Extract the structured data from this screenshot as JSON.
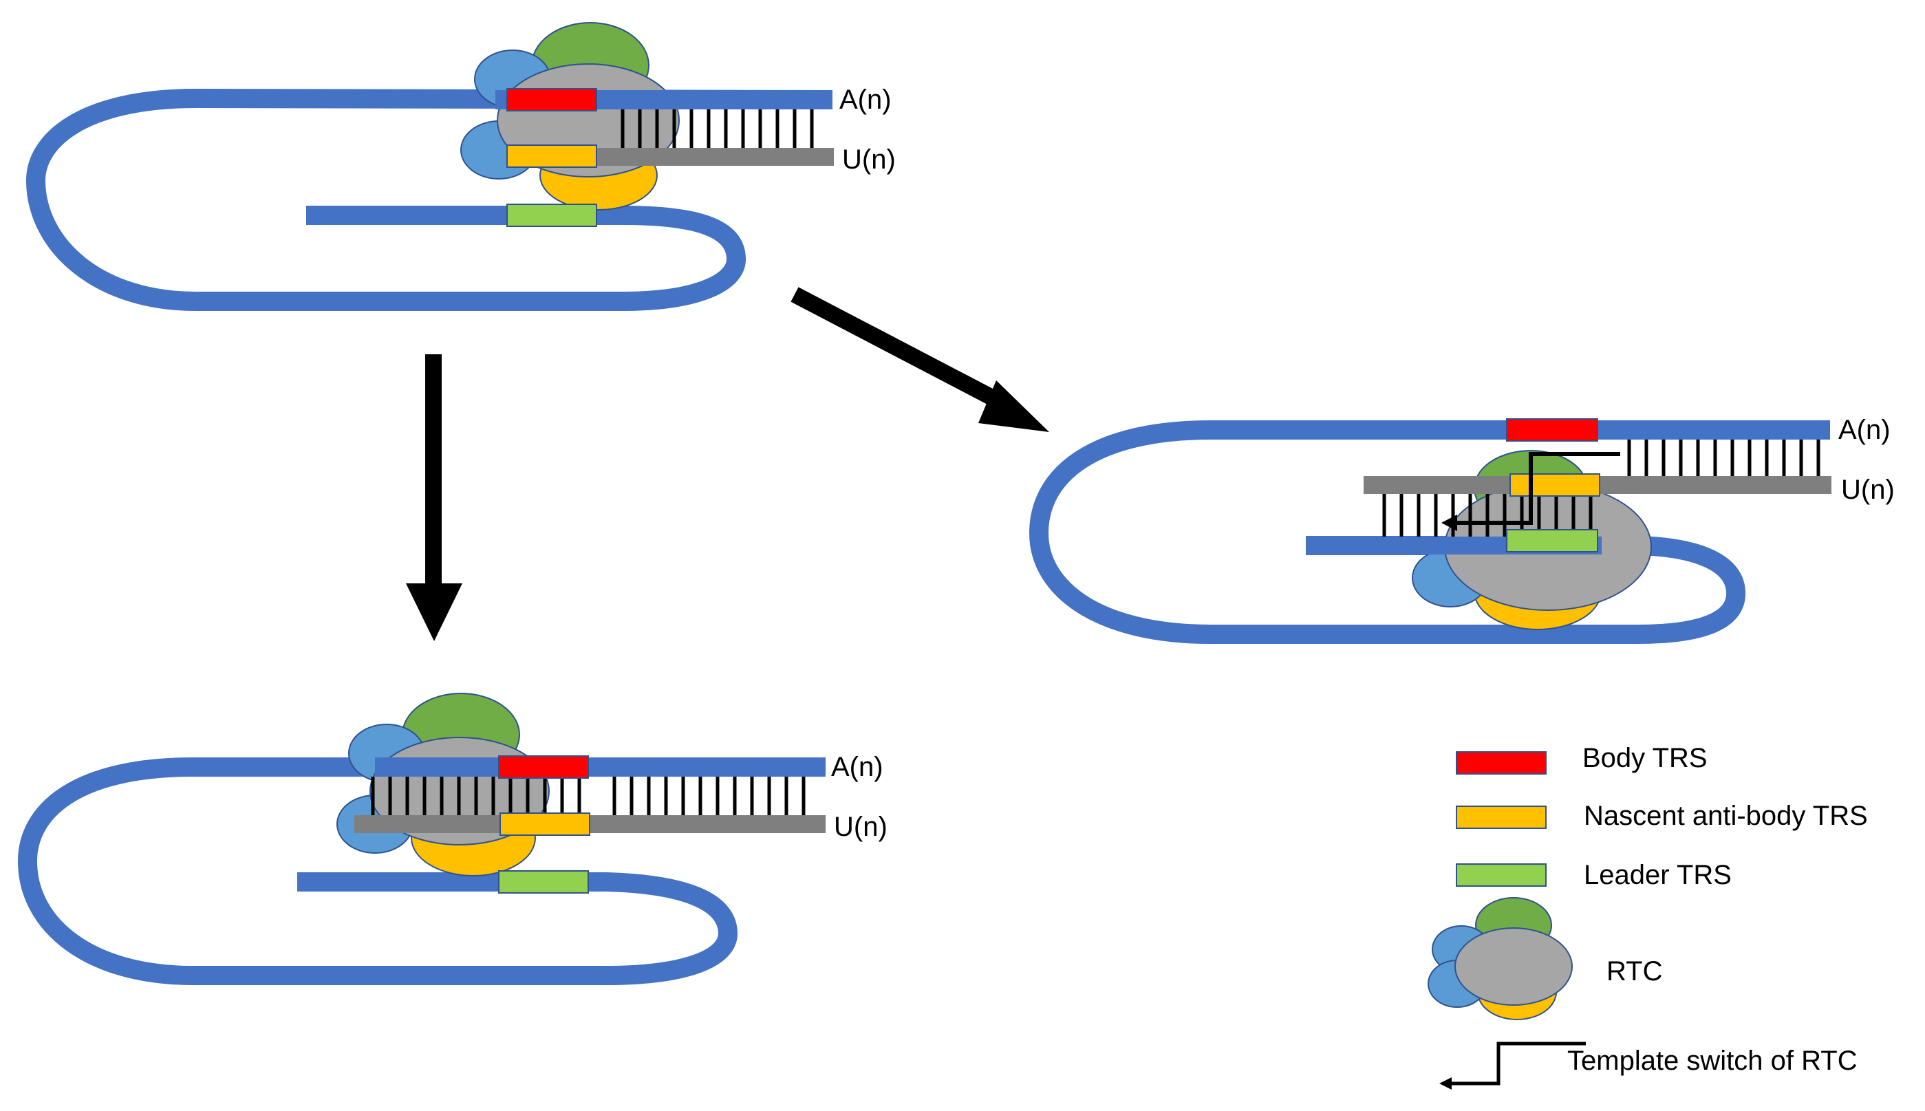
{
  "panels": {
    "top_left": {
      "strand_a": "A(n)",
      "strand_u": "U(n)"
    },
    "right": {
      "strand_a": "A(n)",
      "strand_u": "U(n)"
    },
    "bottom_left": {
      "strand_a": "A(n)",
      "strand_u": "U(n)"
    }
  },
  "legend": {
    "items": [
      {
        "label": "Body TRS",
        "color": "#ff0000"
      },
      {
        "label": "Nascent anti-body TRS",
        "color": "#ffc000"
      },
      {
        "label": "Leader TRS",
        "color": "#92d050"
      },
      {
        "label": "RTC"
      },
      {
        "label": "Template switch of RTC"
      }
    ]
  },
  "colors": {
    "rna_strand": "#4472c4",
    "nascent_strand": "#7f7f7f",
    "rtc_grey": "#a6a6a6",
    "rtc_green": "#70ad47",
    "rtc_blue": "#5b9bd5",
    "rtc_yellow": "#ffc000",
    "arrow": "#000000"
  }
}
